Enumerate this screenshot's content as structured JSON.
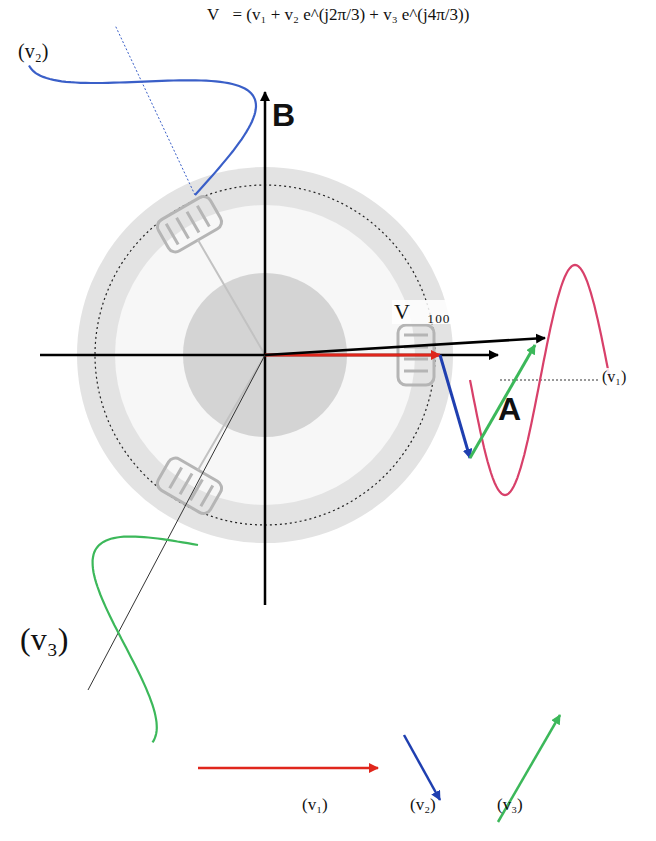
{
  "diagram": {
    "labels": [
      "V⃗= (v₁ + v₂ e^(j2π/3) + v₃ e^(j4π/3))",
      "(v₂)",
      "B",
      "V⃗₁₀₀",
      "A",
      "(v₁)",
      "(v₃)",
      "(v₁)",
      "(v₂)",
      "(v₃)"
    ]
  }
}
